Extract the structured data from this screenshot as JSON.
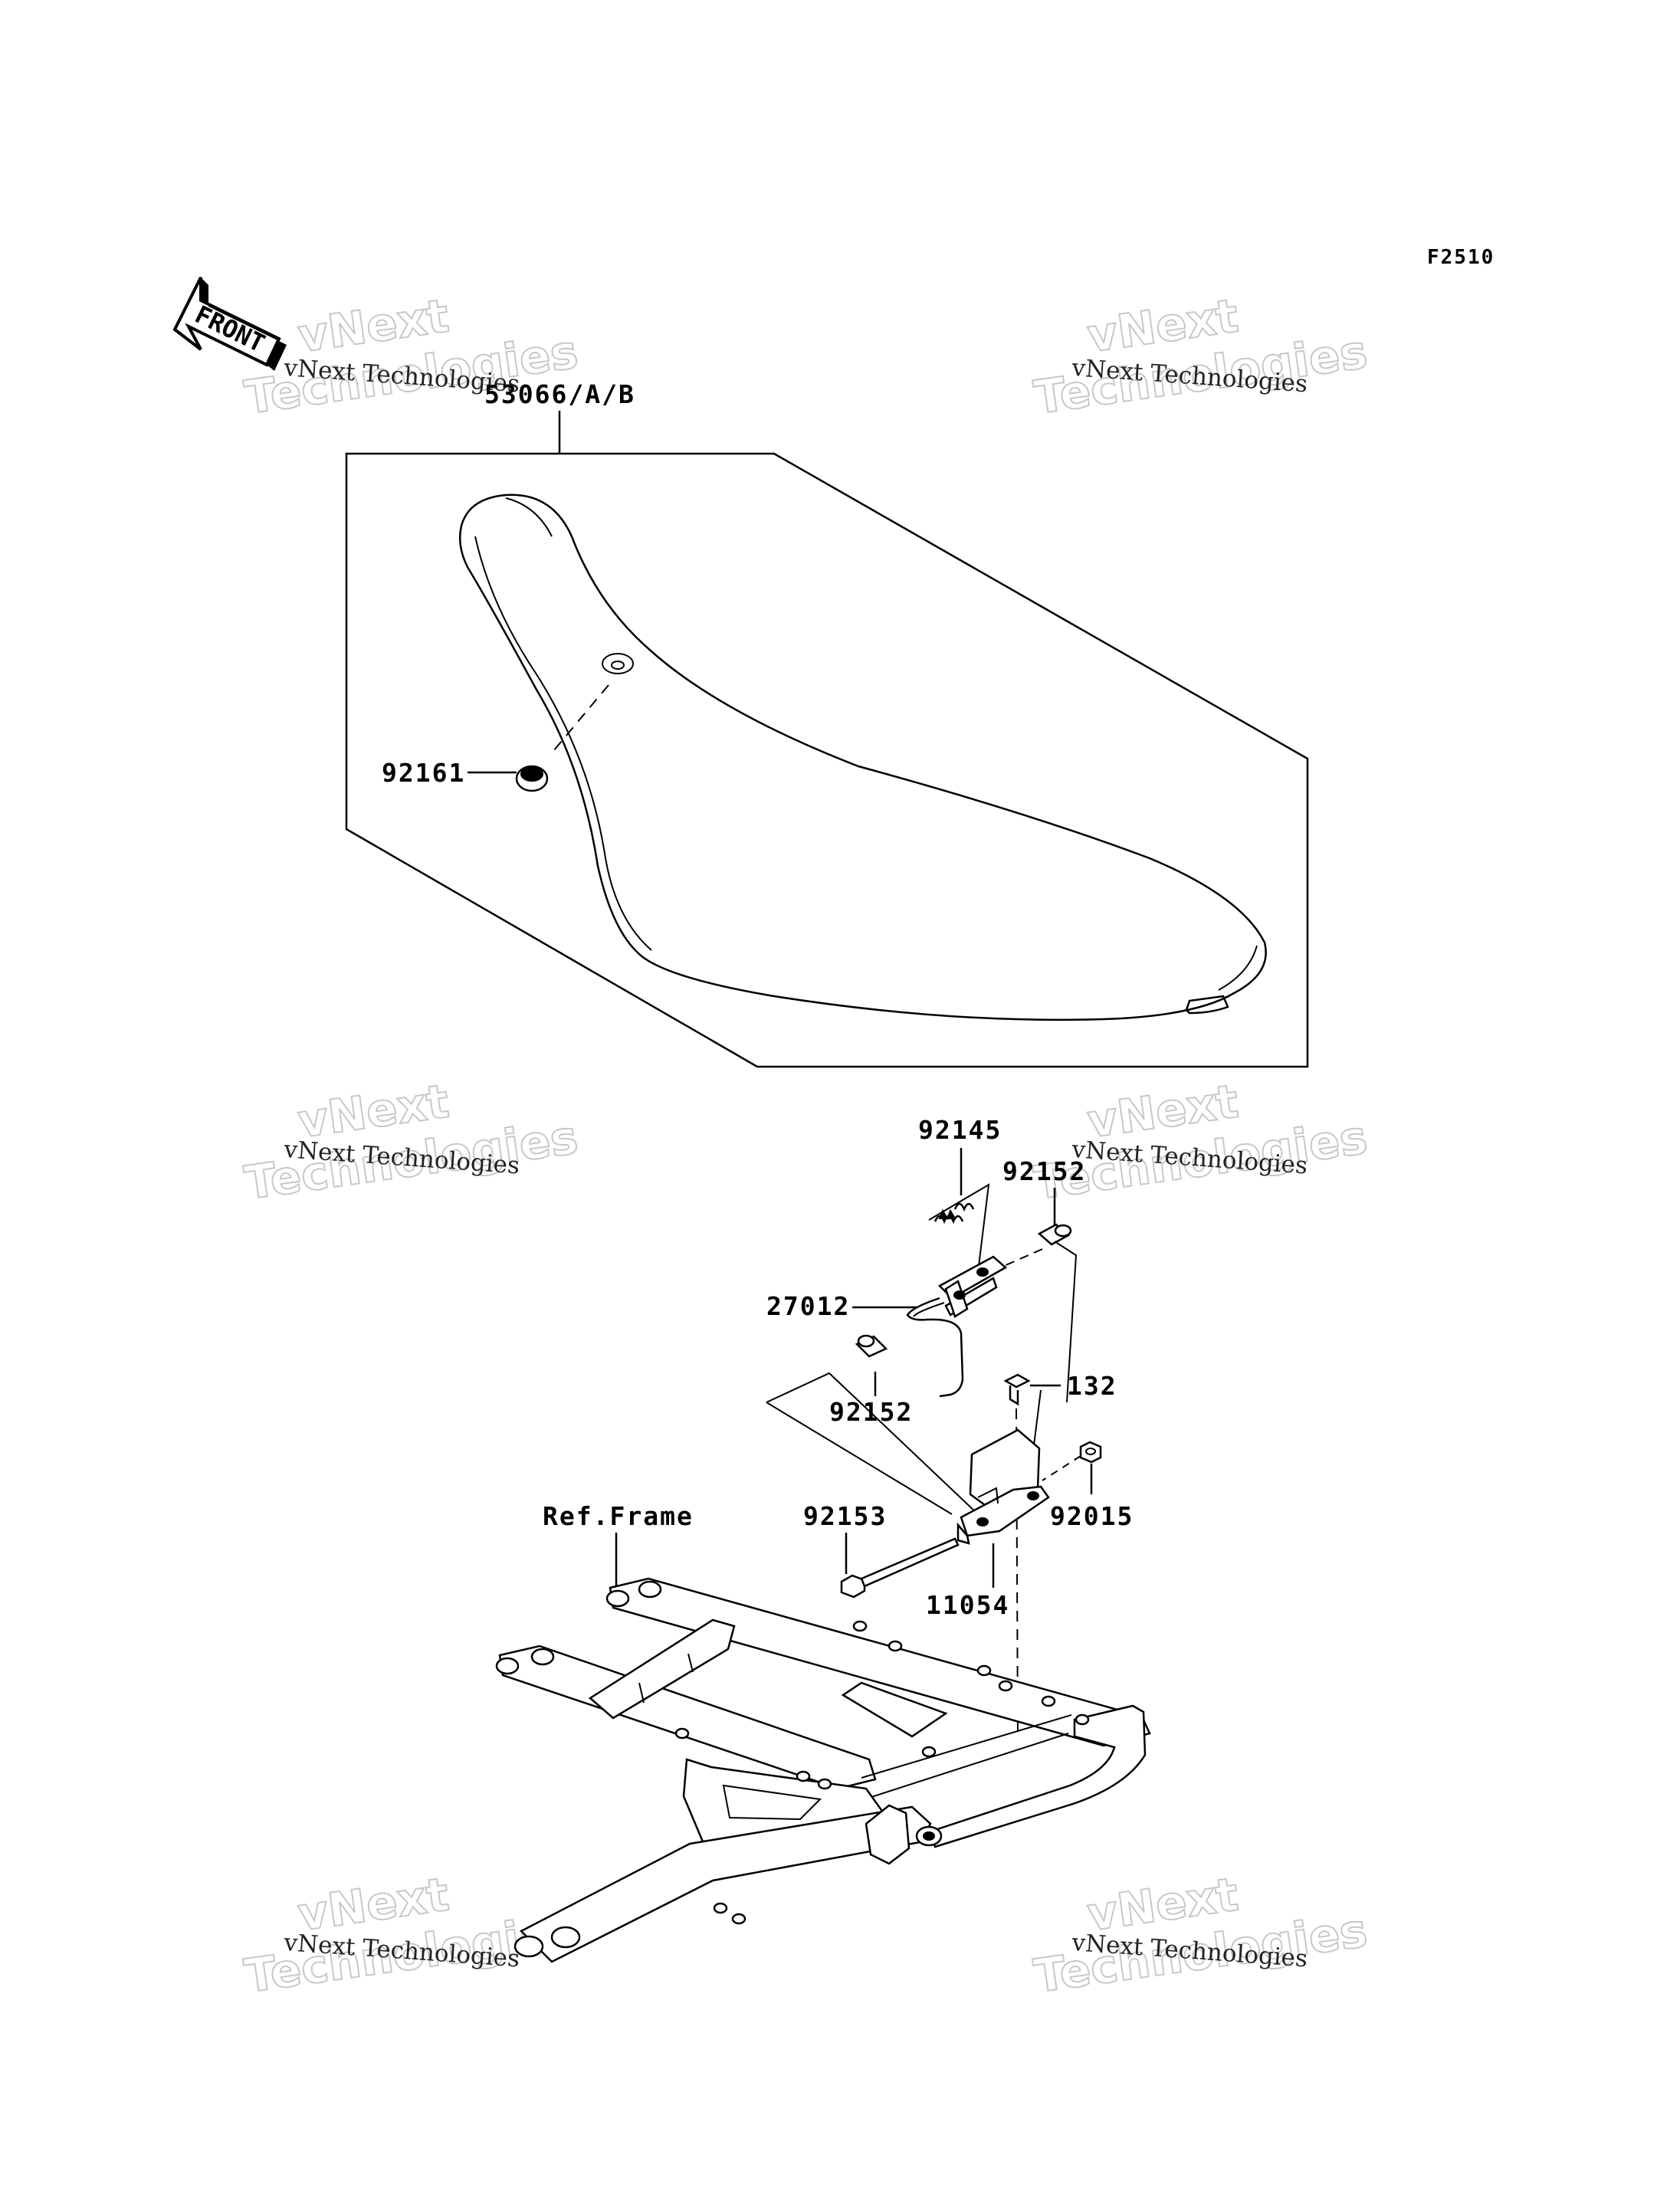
{
  "figure_code": "F2510",
  "front_arrow_label": "FRONT",
  "watermark": {
    "small": "vNext Technologies",
    "big_line1": "vNext",
    "big_line2": "Technologies"
  },
  "callouts": {
    "seat": "53066/A/B",
    "seat_grommet": "92161",
    "spring": "92145",
    "collar_upper": "92152",
    "hook": "27012",
    "collar_lower": "92152",
    "bolt_small": "132",
    "nut": "92015",
    "bolt_long": "92153",
    "bracket": "11054",
    "frame_ref": "Ref.Frame"
  },
  "colors": {
    "line": "#000000",
    "background": "#ffffff",
    "watermark": "#c8c8c8"
  }
}
